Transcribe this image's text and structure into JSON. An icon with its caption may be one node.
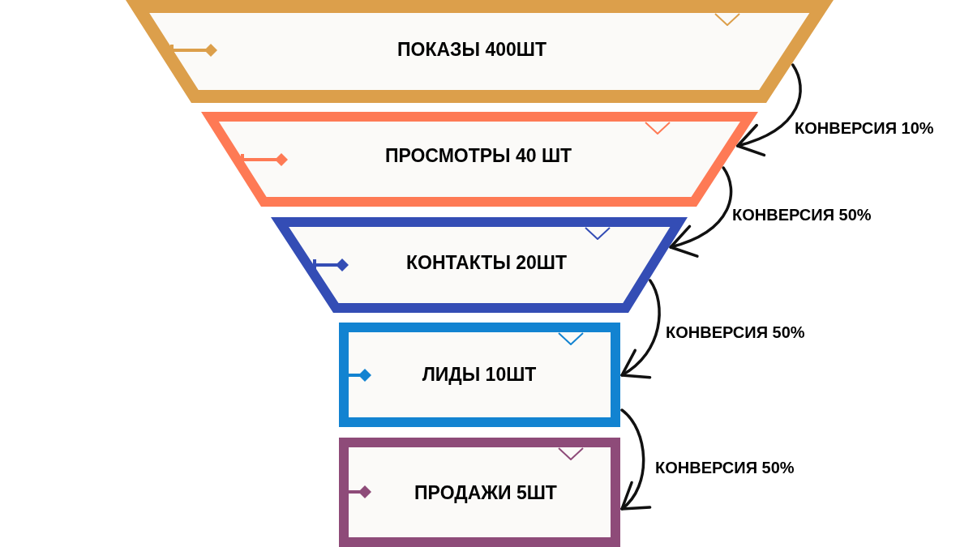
{
  "diagram": {
    "nodes": [
      {
        "text": [
          "ПОКАЗЫ 400ШТ"
        ]
      },
      {
        "text": [
          "ПРОСМОТРЫ 40 ШТ"
        ]
      },
      {
        "text": [
          "КОНТАКТЫ 20ШТ"
        ]
      },
      {
        "text": [
          "ЛИДЫ 10ШТ"
        ]
      },
      {
        "text": [
          "ПРОДАЖИ 5ШТ"
        ]
      }
    ],
    "edges": [
      {
        "from": 0,
        "to": 1,
        "arrow": "to",
        "label": "КОНВЕРСИЯ 10%"
      },
      {
        "from": 1,
        "to": 2,
        "arrow": "to",
        "label": "КОНВЕРСИЯ 50%"
      },
      {
        "from": 2,
        "to": 3,
        "arrow": "to",
        "label": "КОНВЕРСИЯ 50%"
      },
      {
        "from": 3,
        "to": 4,
        "arrow": "to",
        "label": "КОНВЕРСИЯ 50%"
      }
    ]
  }
}
